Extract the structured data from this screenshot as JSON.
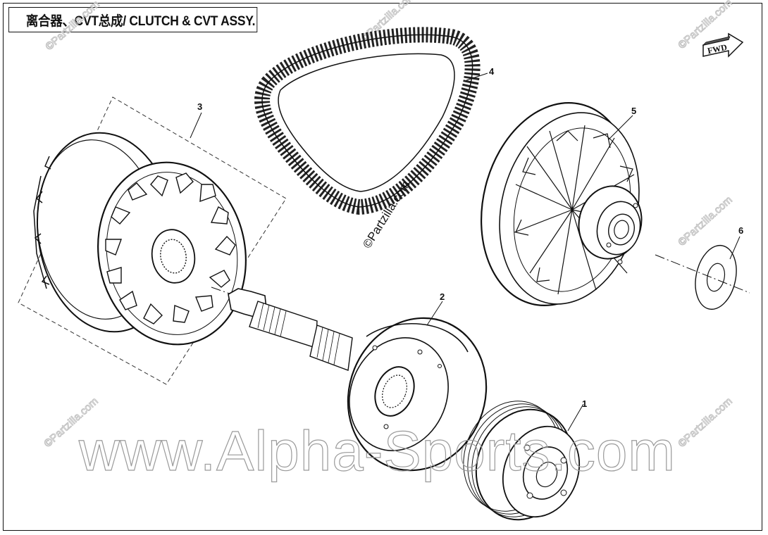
{
  "title": "离合器、CVT总成/ CLUTCH & CVT ASSY.",
  "fwd_label": "FWD",
  "callouts": [
    "1",
    "2",
    "3",
    "4",
    "5",
    "6"
  ],
  "center_copyright": "©Partzilla.com",
  "small_watermark": "©Partzilla.com",
  "big_watermark": "www.Alpha-Sports.com",
  "parts": {
    "1": "clutch-assembly",
    "2": "clutch-housing-and-shaft",
    "3": "drive-pulley-assembly",
    "4": "cvt-belt",
    "5": "driven-pulley-assembly",
    "6": "washer"
  }
}
